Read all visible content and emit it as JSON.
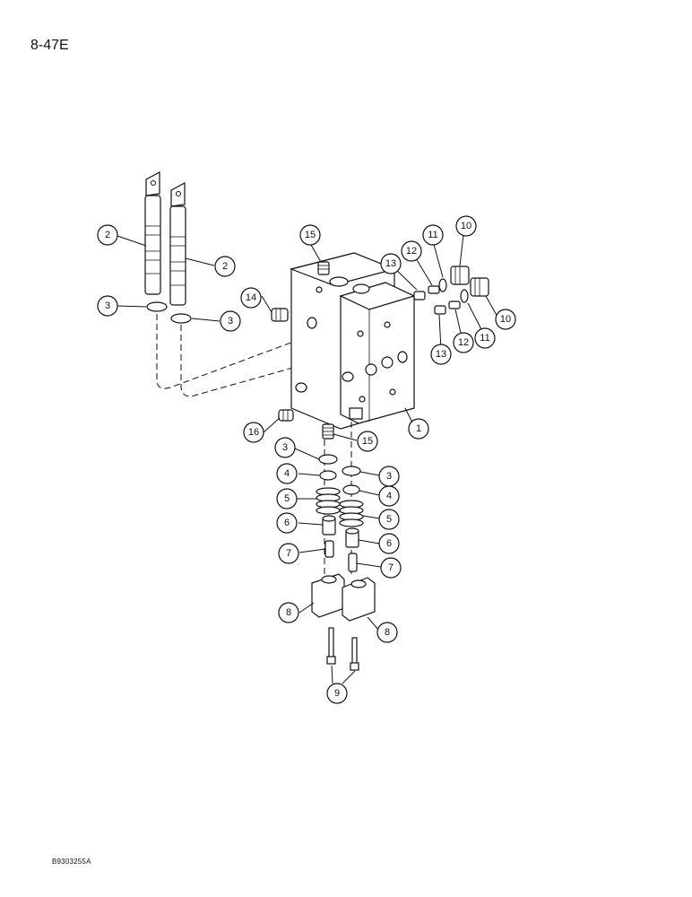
{
  "page": {
    "title": "8-47E",
    "figure_code": "B9303255A"
  },
  "callouts": [
    {
      "id": "c2a",
      "label": "2"
    },
    {
      "id": "c2b",
      "label": "2"
    },
    {
      "id": "c3a",
      "label": "3"
    },
    {
      "id": "c3b",
      "label": "3"
    },
    {
      "id": "c3c",
      "label": "3"
    },
    {
      "id": "c3d",
      "label": "3"
    },
    {
      "id": "c4a",
      "label": "4"
    },
    {
      "id": "c4b",
      "label": "4"
    },
    {
      "id": "c5a",
      "label": "5"
    },
    {
      "id": "c5b",
      "label": "5"
    },
    {
      "id": "c6a",
      "label": "6"
    },
    {
      "id": "c6b",
      "label": "6"
    },
    {
      "id": "c7a",
      "label": "7"
    },
    {
      "id": "c7b",
      "label": "7"
    },
    {
      "id": "c8a",
      "label": "8"
    },
    {
      "id": "c8b",
      "label": "8"
    },
    {
      "id": "c9",
      "label": "9"
    },
    {
      "id": "c10a",
      "label": "10"
    },
    {
      "id": "c10b",
      "label": "10"
    },
    {
      "id": "c11a",
      "label": "11"
    },
    {
      "id": "c11b",
      "label": "11"
    },
    {
      "id": "c12a",
      "label": "12"
    },
    {
      "id": "c12b",
      "label": "12"
    },
    {
      "id": "c13a",
      "label": "13"
    },
    {
      "id": "c13b",
      "label": "13"
    },
    {
      "id": "c14",
      "label": "14"
    },
    {
      "id": "c15a",
      "label": "15"
    },
    {
      "id": "c15b",
      "label": "15"
    },
    {
      "id": "c16",
      "label": "16"
    },
    {
      "id": "c1",
      "label": "1"
    }
  ]
}
